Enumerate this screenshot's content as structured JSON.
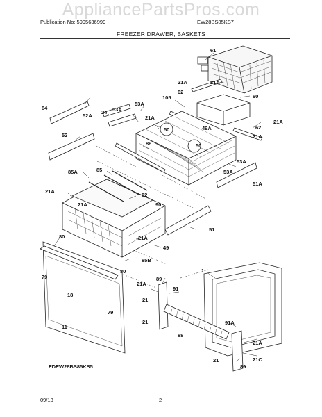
{
  "watermark": "AppliancePartsPros.com",
  "header": {
    "publication": "Publication No: 5995636999",
    "model": "EW28BS85KS7",
    "title": "FREEZER DRAWER, BASKETS"
  },
  "callouts": [
    {
      "id": "c61",
      "text": "61"
    },
    {
      "id": "c21a_1",
      "text": "21A"
    },
    {
      "id": "c21a_2",
      "text": "21A"
    },
    {
      "id": "c62_1",
      "text": "62"
    },
    {
      "id": "c60",
      "text": "60"
    },
    {
      "id": "c105",
      "text": "105"
    },
    {
      "id": "c53a_1",
      "text": "53A"
    },
    {
      "id": "c84",
      "text": "84"
    },
    {
      "id": "c52a",
      "text": "52A"
    },
    {
      "id": "c24",
      "text": "24"
    },
    {
      "id": "c53a_2",
      "text": "53A"
    },
    {
      "id": "c21a_3",
      "text": "21A"
    },
    {
      "id": "c21a_4",
      "text": "21A"
    },
    {
      "id": "c62_2",
      "text": "62"
    },
    {
      "id": "c49a",
      "text": "49A"
    },
    {
      "id": "c50_1",
      "text": "50"
    },
    {
      "id": "c21a_5",
      "text": "21A"
    },
    {
      "id": "c52",
      "text": "52"
    },
    {
      "id": "c86",
      "text": "86"
    },
    {
      "id": "c50_2",
      "text": "50"
    },
    {
      "id": "c53a_3",
      "text": "53A"
    },
    {
      "id": "c85a",
      "text": "85A"
    },
    {
      "id": "c85",
      "text": "85"
    },
    {
      "id": "c53a_4",
      "text": "53A"
    },
    {
      "id": "c51a",
      "text": "51A"
    },
    {
      "id": "c21a_6",
      "text": "21A"
    },
    {
      "id": "c82",
      "text": "82"
    },
    {
      "id": "c21a_7",
      "text": "21A"
    },
    {
      "id": "c90",
      "text": "90"
    },
    {
      "id": "c51",
      "text": "51"
    },
    {
      "id": "c21a_8",
      "text": "21A"
    },
    {
      "id": "c49",
      "text": "49"
    },
    {
      "id": "c80_1",
      "text": "80"
    },
    {
      "id": "c85b",
      "text": "85B"
    },
    {
      "id": "c1",
      "text": "1"
    },
    {
      "id": "c79_1",
      "text": "79"
    },
    {
      "id": "c80_2",
      "text": "80"
    },
    {
      "id": "c89_1",
      "text": "89"
    },
    {
      "id": "c21a_9",
      "text": "21A"
    },
    {
      "id": "c91",
      "text": "91"
    },
    {
      "id": "c18",
      "text": "18"
    },
    {
      "id": "c79_2",
      "text": "79"
    },
    {
      "id": "c21_1",
      "text": "21"
    },
    {
      "id": "c21_2",
      "text": "21"
    },
    {
      "id": "c11",
      "text": "11"
    },
    {
      "id": "c91a",
      "text": "91A"
    },
    {
      "id": "c88",
      "text": "88"
    },
    {
      "id": "c21a_10",
      "text": "21A"
    },
    {
      "id": "c21_3",
      "text": "21"
    },
    {
      "id": "c21c",
      "text": "21C"
    },
    {
      "id": "c89_2",
      "text": "89"
    }
  ],
  "footer": {
    "model_code": "FDEW28BS85KS5",
    "date": "09/13",
    "page": "2"
  }
}
